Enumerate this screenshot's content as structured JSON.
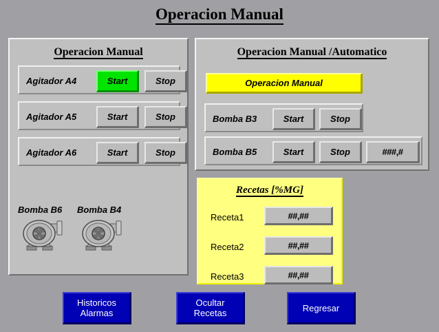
{
  "screen": {
    "title": "Operacion Manual",
    "background_color": "#a0a0a4",
    "panel_color": "#c0c0c0"
  },
  "left_panel": {
    "title": "Operacion Manual",
    "agitators": [
      {
        "label": "Agitador A4",
        "start_label": "Start",
        "stop_label": "Stop",
        "start_active": true
      },
      {
        "label": "Agitador A5",
        "start_label": "Start",
        "stop_label": "Stop",
        "start_active": false
      },
      {
        "label": "Agitador A6",
        "start_label": "Start",
        "stop_label": "Stop",
        "start_active": false
      }
    ],
    "pumps": [
      {
        "label": "Bomba B6",
        "icon": "centrifugal-pump-icon"
      },
      {
        "label": "Bomba B4",
        "icon": "centrifugal-pump-icon"
      }
    ]
  },
  "right_panel": {
    "title": "Operacion Manual /Automatico",
    "mode_banner": {
      "label": "Operacion Manual",
      "color": "#ffff00"
    },
    "pumps": [
      {
        "label": "Bomba B3",
        "start_label": "Start",
        "stop_label": "Stop",
        "value": null
      },
      {
        "label": "Bomba B5",
        "start_label": "Start",
        "stop_label": "Stop",
        "value": "###,#"
      }
    ]
  },
  "recetas_panel": {
    "title": "Recetas [%MG]",
    "color": "#ffff80",
    "rows": [
      {
        "label": "Receta1",
        "value": "##,##"
      },
      {
        "label": "Receta2",
        "value": "##,##"
      },
      {
        "label": "Receta3",
        "value": "##,##"
      }
    ]
  },
  "nav_buttons": [
    {
      "line1": "Historicos",
      "line2": "Alarmas",
      "color": "#0000b4"
    },
    {
      "line1": "Ocultar",
      "line2": "Recetas",
      "color": "#0000b4"
    },
    {
      "line1": "Regresar",
      "line2": "",
      "color": "#0000b4"
    }
  ],
  "status_colors": {
    "running": "#00e400",
    "manual_mode": "#ffff00",
    "nav": "#0000b4"
  }
}
